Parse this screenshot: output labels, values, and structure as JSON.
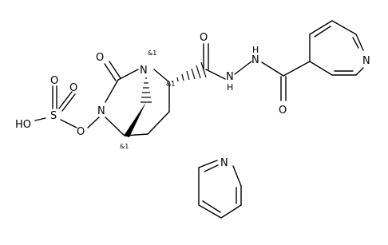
{
  "molecule_main": {
    "atoms": {
      "o_ketone": "O",
      "n_bridge": "N",
      "stereo_n1": "&1",
      "stereo_c2": "&1",
      "stereo_c5": "&1",
      "n_ring": "N",
      "o_link": "O",
      "s_sulfur": "S",
      "o_sulfonyl_1": "O",
      "o_sulfonyl_2": "O",
      "o_hydroxyl": "HO",
      "o_amide": "O",
      "n_hydrazide_1": "N",
      "h_hydrazide_1": "H",
      "n_hydrazide_2": "N",
      "h_hydrazide_2": "H",
      "o_nicotinoyl": "O",
      "n_pyridine_ring": "N"
    }
  },
  "molecule_pyridine": {
    "atoms": {
      "n_pyridine": "N"
    }
  }
}
